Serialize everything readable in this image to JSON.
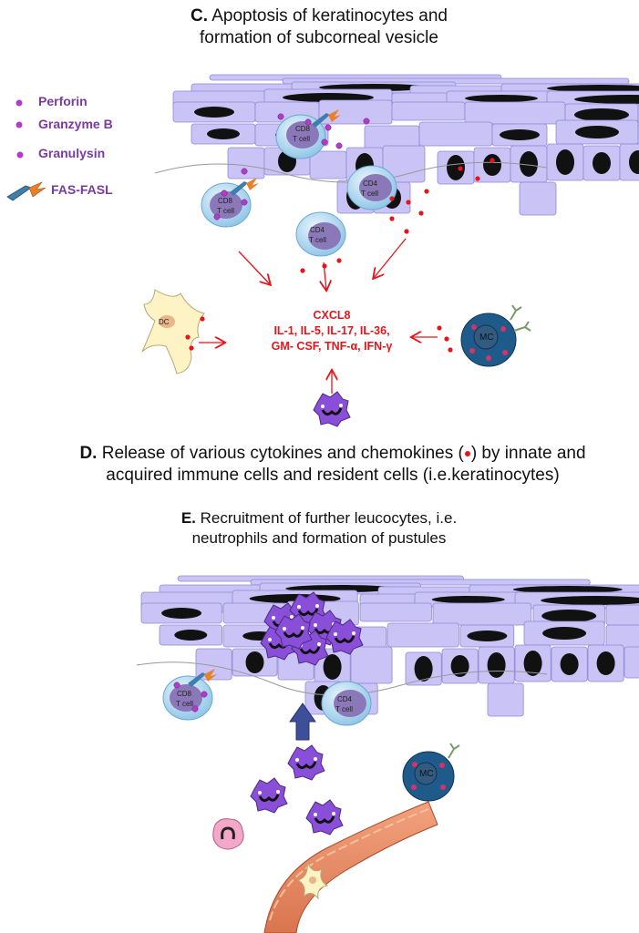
{
  "title_c": {
    "letter": "C.",
    "line1": "Apoptosis of keratinocytes and",
    "line2": "formation of subcorneal vesicle"
  },
  "title_d": {
    "letter": "D.",
    "line1": "Release of  various cytokines and chemokines (",
    "line1_end": ") by innate and",
    "line2": "acquired immune cells and resident cells (i.e.keratinocytes)"
  },
  "title_e": {
    "letter": "E.",
    "line1": "Recruitment of  further leucocytes, i.e.",
    "line2": "neutrophils and formation of pustules"
  },
  "legend": {
    "perforin": "Perforin",
    "granzyme": "Granzyme B",
    "granulysin": "Granulysin",
    "fasfasl": "FAS-FASL"
  },
  "cytokines": {
    "line1": "CXCL8",
    "line2": "IL-1, IL-5, IL-17, IL-36,",
    "line3": "GM- CSF, TNF-α, IFN-γ"
  },
  "cells": {
    "cd8": "CD8",
    "cd4": "CD4",
    "tcell": "T cell",
    "dc": "DC",
    "mc": "MC"
  },
  "colors": {
    "keratinocyte": "#c9c4f5",
    "nucleus": "#111111",
    "cytokine": "#e8141a",
    "perforin": "#b23cc9",
    "neutrophil": "#8a4fd8",
    "tcell_body": "#b9dcf2",
    "tcell_nucleus": "#8a78b8",
    "mast_cell": "#1f5b8a",
    "dendritic": "#fdf3c4",
    "vessel": "#e8906a",
    "legend_text": "#7a3aa0"
  }
}
